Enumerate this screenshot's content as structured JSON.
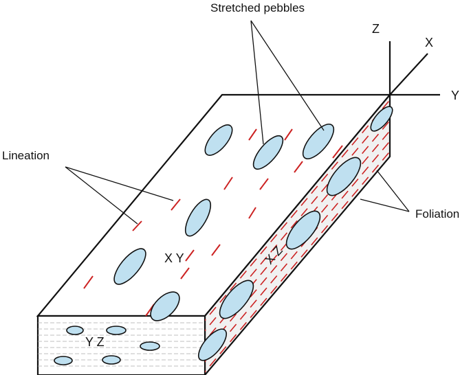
{
  "labels": {
    "stretched_pebbles": "Stretched pebbles",
    "lineation": "Lineation",
    "foliation": "Foliation",
    "axis_x": "X",
    "axis_y": "Y",
    "axis_z": "Z",
    "face_xy": "X Y",
    "face_xz": "X Z",
    "face_yz": "Y Z"
  },
  "colors": {
    "pebble_fill": "#bfe0f0",
    "lineation": "#cc2222",
    "outline": "#111111",
    "side_face": "#f1f1f1"
  }
}
